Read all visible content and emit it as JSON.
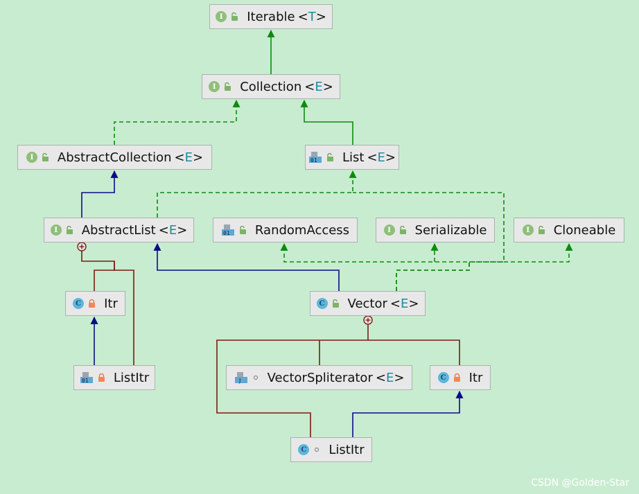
{
  "nodes": [
    {
      "id": "iterable",
      "name": "Iterable",
      "generic": "T",
      "kind": "interface",
      "access": "public"
    },
    {
      "id": "collection",
      "name": "Collection",
      "generic": "E",
      "kind": "interface",
      "access": "public"
    },
    {
      "id": "abstract_collection",
      "name": "AbstractCollection",
      "generic": "E",
      "kind": "abstract-class",
      "access": "public"
    },
    {
      "id": "list",
      "name": "List",
      "generic": "E",
      "kind": "interface",
      "access": "public"
    },
    {
      "id": "abstract_list",
      "name": "AbstractList",
      "generic": "E",
      "kind": "abstract-class",
      "access": "public"
    },
    {
      "id": "random_access",
      "name": "RandomAccess",
      "generic": "",
      "kind": "interface",
      "access": "public"
    },
    {
      "id": "serializable",
      "name": "Serializable",
      "generic": "",
      "kind": "interface",
      "access": "public"
    },
    {
      "id": "cloneable",
      "name": "Cloneable",
      "generic": "",
      "kind": "interface",
      "access": "public"
    },
    {
      "id": "itr_abstract",
      "name": "Itr",
      "generic": "",
      "kind": "class",
      "access": "private"
    },
    {
      "id": "vector",
      "name": "Vector",
      "generic": "E",
      "kind": "class",
      "access": "public"
    },
    {
      "id": "listitr_abstract",
      "name": "ListItr",
      "generic": "",
      "kind": "class",
      "access": "private"
    },
    {
      "id": "vector_spliterator",
      "name": "VectorSpliterator",
      "generic": "E",
      "kind": "class",
      "access": "package"
    },
    {
      "id": "itr_vector",
      "name": "Itr",
      "generic": "",
      "kind": "class",
      "access": "private"
    },
    {
      "id": "listitr_vector",
      "name": "ListItr",
      "generic": "",
      "kind": "class",
      "access": "package"
    }
  ],
  "edges": {
    "extends_interface": [
      [
        "collection",
        "iterable"
      ],
      [
        "list",
        "collection"
      ]
    ],
    "implements": [
      [
        "abstract_collection",
        "collection"
      ],
      [
        "abstract_list",
        "list"
      ],
      [
        "vector",
        "list"
      ],
      [
        "vector",
        "random_access"
      ],
      [
        "vector",
        "serializable"
      ],
      [
        "vector",
        "cloneable"
      ]
    ],
    "extends_class": [
      [
        "abstract_list",
        "abstract_collection"
      ],
      [
        "vector",
        "abstract_list"
      ],
      [
        "listitr_abstract",
        "itr_abstract"
      ],
      [
        "listitr_vector",
        "itr_vector"
      ]
    ],
    "inner_class": [
      [
        "abstract_list",
        [
          "itr_abstract",
          "listitr_abstract"
        ]
      ],
      [
        "vector",
        [
          "vector_spliterator",
          "itr_vector",
          "listitr_vector"
        ]
      ]
    ]
  },
  "colors": {
    "background": "#c8ecd0",
    "green_arrow": "#0e8a0e",
    "blue_arrow": "#0a0a8a",
    "inner_line": "#7a1a10"
  },
  "watermark": "CSDN @Golden-Star"
}
